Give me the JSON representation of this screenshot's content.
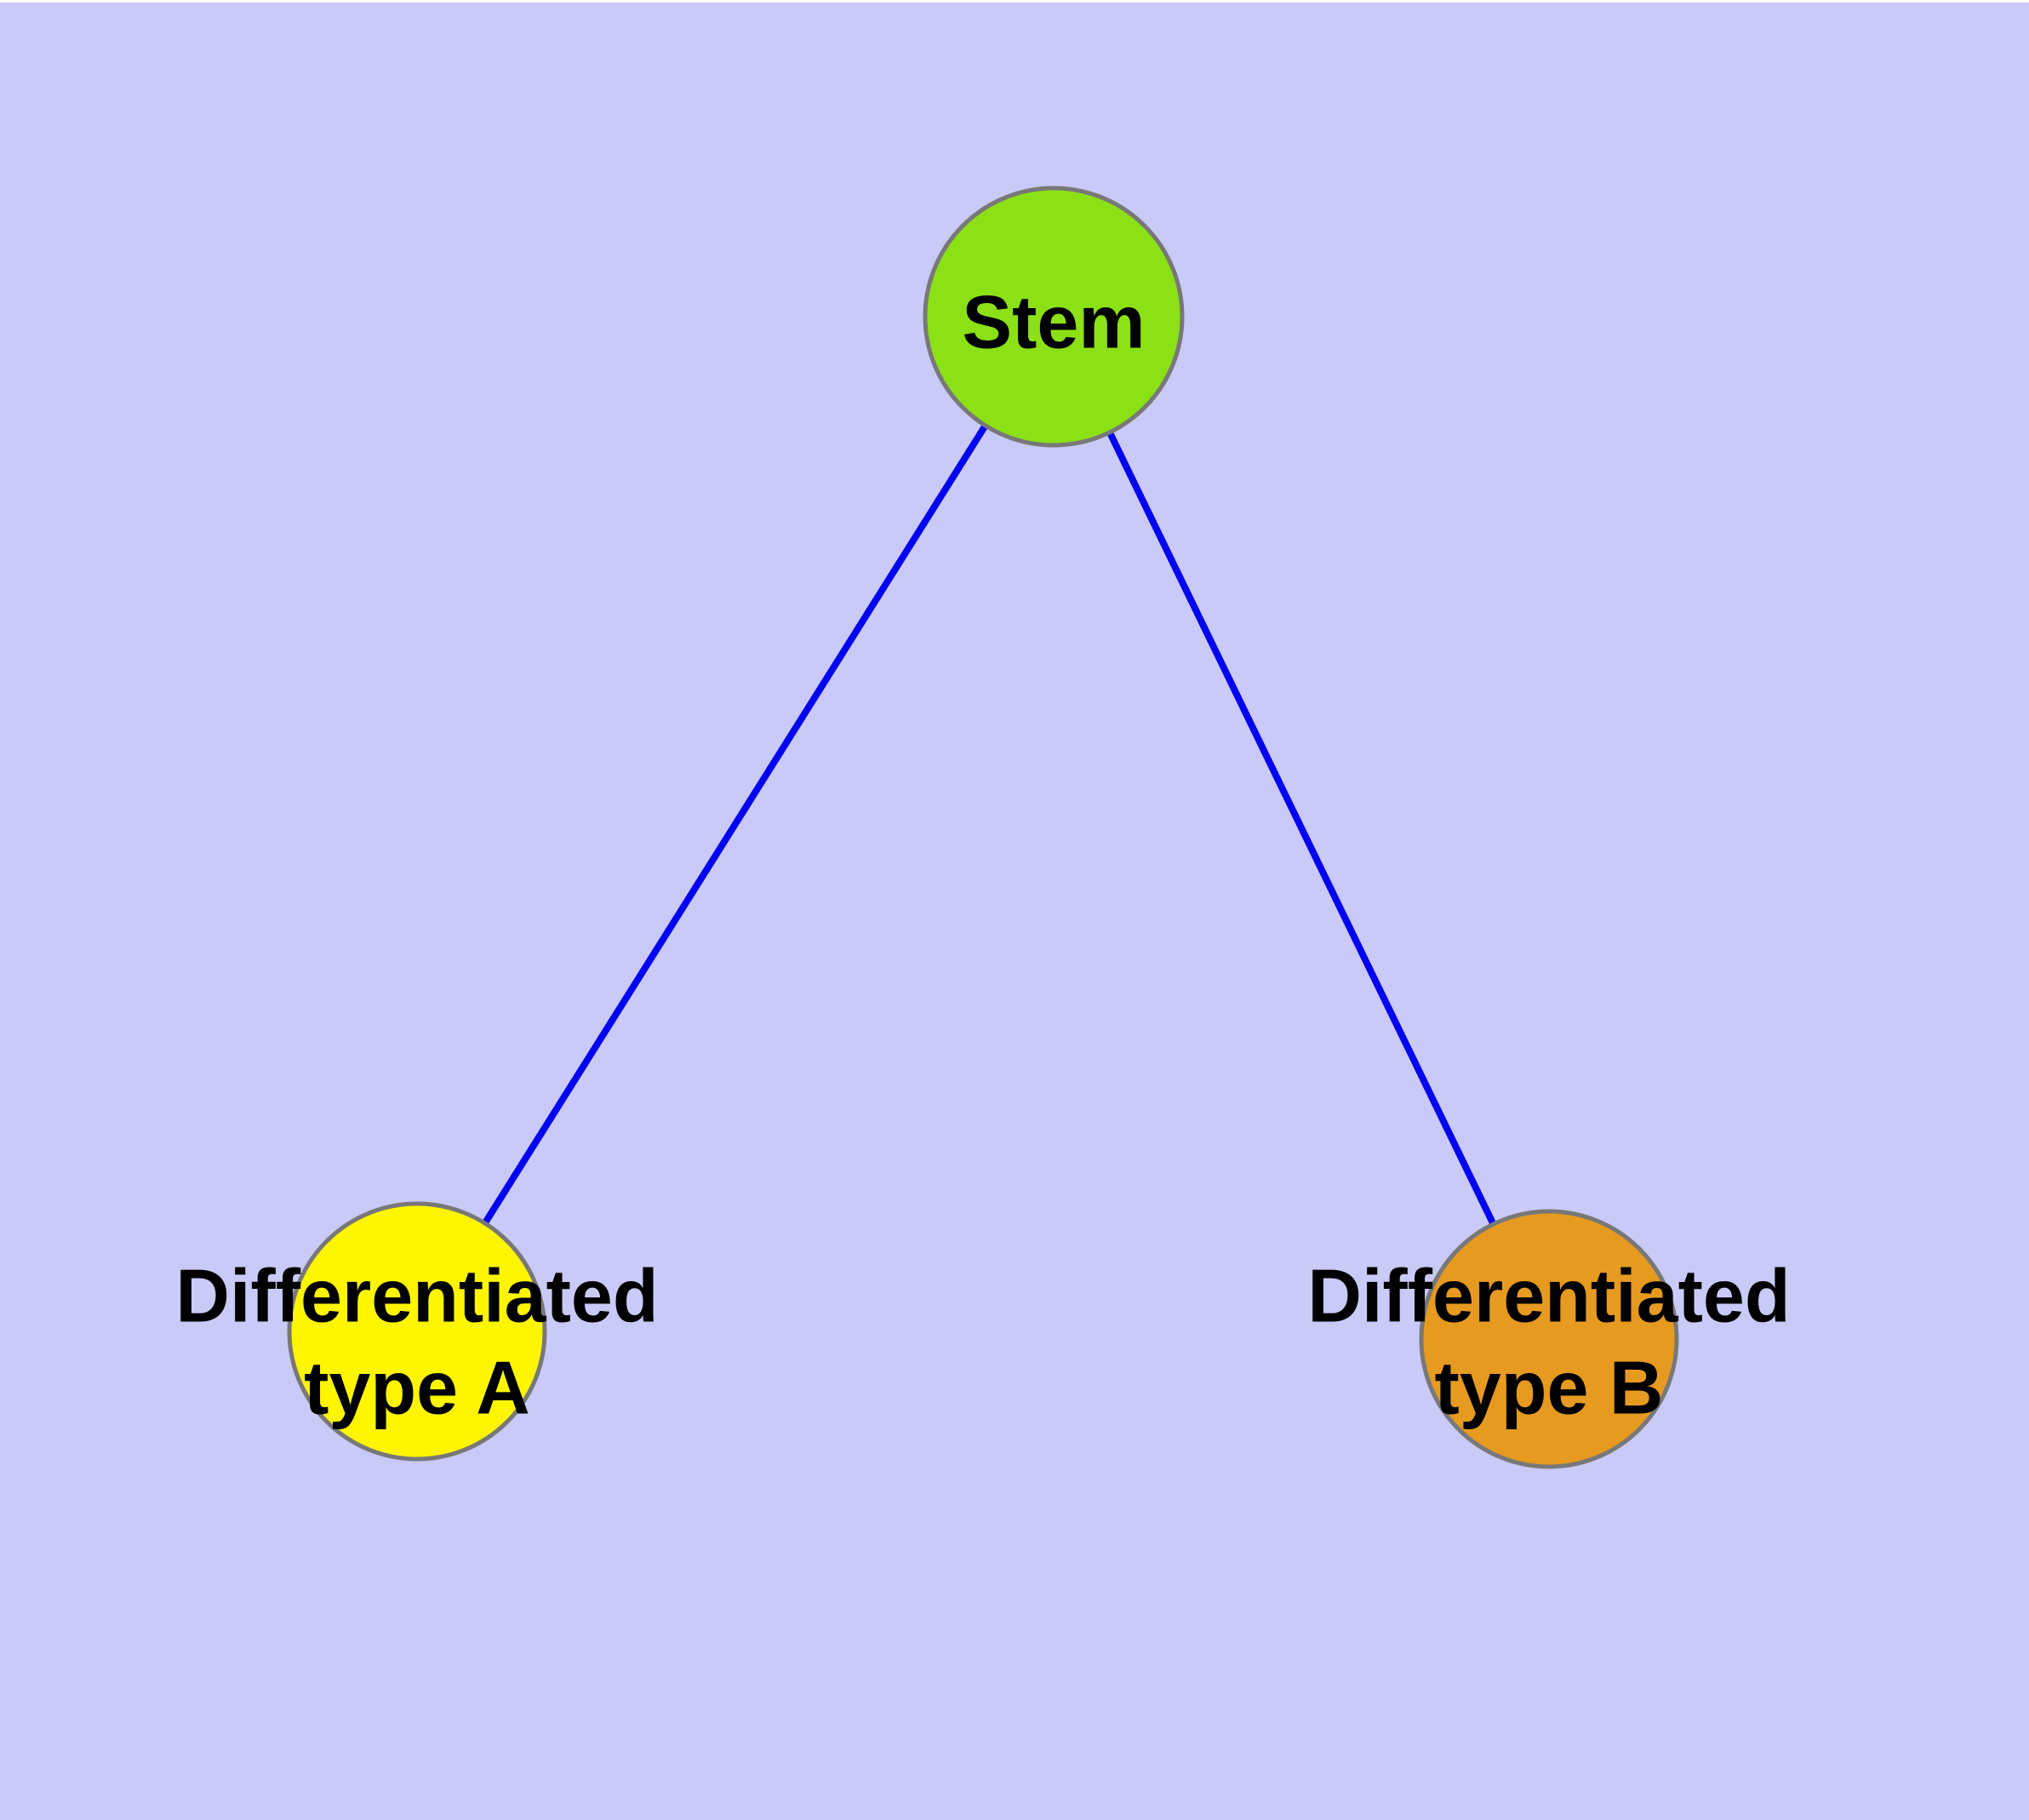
{
  "canvas": {
    "background_color": "#cacaf8",
    "margin_color": "#ffffff"
  },
  "theme": {
    "edge_color": "#0202f2",
    "node_border_color": "#787878",
    "label_color": "#000000"
  },
  "nodes": {
    "stem": {
      "label": "Stem",
      "fill": "#8be116"
    },
    "type_a": {
      "label": "Differentiated type A",
      "line1": "Differentiated",
      "line2": "type A",
      "fill": "#fdf600"
    },
    "type_b": {
      "label": "Differentiated type B",
      "line1": "Differentiated",
      "line2": "type B",
      "fill": "#e69a20"
    }
  },
  "edges": [
    {
      "from": "stem",
      "to": "type_a"
    },
    {
      "from": "stem",
      "to": "type_b"
    }
  ]
}
